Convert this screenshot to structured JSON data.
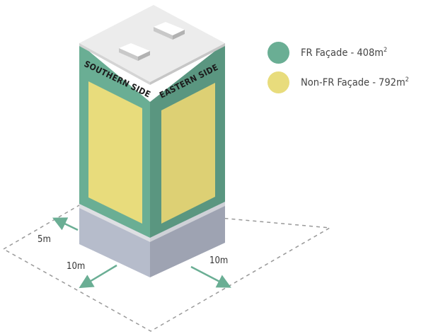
{
  "colors": {
    "fr": "#6aae94",
    "fr_dark": "#5a9680",
    "non_fr": "#e8dc7c",
    "non_fr_dark": "#ddd074",
    "roof": "#ececec",
    "base_left": "#b6bccb",
    "base_right": "#9ea3b2",
    "arrow": "#6aae94",
    "dashed": "#9a9a9a"
  },
  "building": {
    "southern_label": "SOUTHERN SIDE",
    "eastern_label": "EASTERN SIDE"
  },
  "dimensions": {
    "offset_label": "5m",
    "south_width_label": "10m",
    "east_width_label": "10m"
  },
  "legend": [
    {
      "label": "FR Façade - 408m",
      "unit_sup": "2",
      "color_key": "fr",
      "icon": "circle"
    },
    {
      "label": "Non-FR Façade - 792m",
      "unit_sup": "2",
      "color_key": "non_fr",
      "icon": "circle"
    }
  ]
}
